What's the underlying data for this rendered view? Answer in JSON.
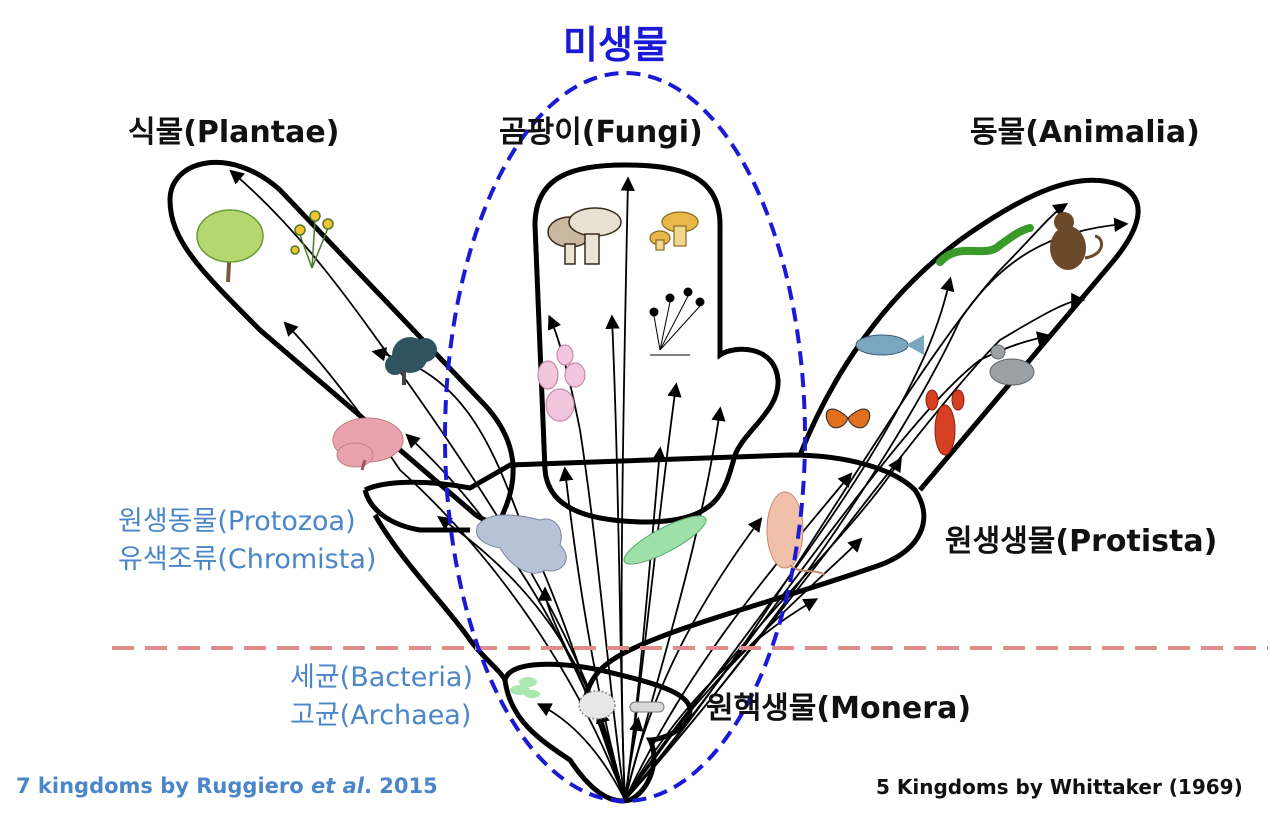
{
  "labels": {
    "microbes": "미생물",
    "plantae": "식물(Plantae)",
    "fungi": "곰팡이(Fungi)",
    "animalia": "동물(Animalia)",
    "protista": "원생생물(Protista)",
    "protozoa": "원생동물(Protozoa)",
    "chromista": "유색조류(Chromista)",
    "bacteria": "세균(Bacteria)",
    "archaea": "고균(Archaea)",
    "monera": "원핵생물(Monera)"
  },
  "credits": {
    "left_prefix": "7 kingdoms by Ruggiero ",
    "left_italic": "et al",
    "left_suffix": ". 2015",
    "right": "5 Kingdoms by Whittaker (1969)"
  },
  "colors": {
    "outline": "#000000",
    "microbe_ellipse": "#1a1ad6",
    "divider": "#e08c8c",
    "blue_label": "#4a86c8"
  },
  "icons": [
    "tree-icon",
    "flowers-icon",
    "brown-alga-icon",
    "red-alga-icon",
    "mushroom-icon",
    "yellow-mushroom-icon",
    "mold-icon",
    "yeast-icon",
    "lizard-icon",
    "monkey-icon",
    "fish-icon",
    "pigeon-icon",
    "butterfly-icon",
    "lobster-icon",
    "amoeba-icon",
    "euglena-icon",
    "ciliate-icon",
    "bacteria-cluster-icon",
    "archaea-icon",
    "bacillus-icon"
  ]
}
